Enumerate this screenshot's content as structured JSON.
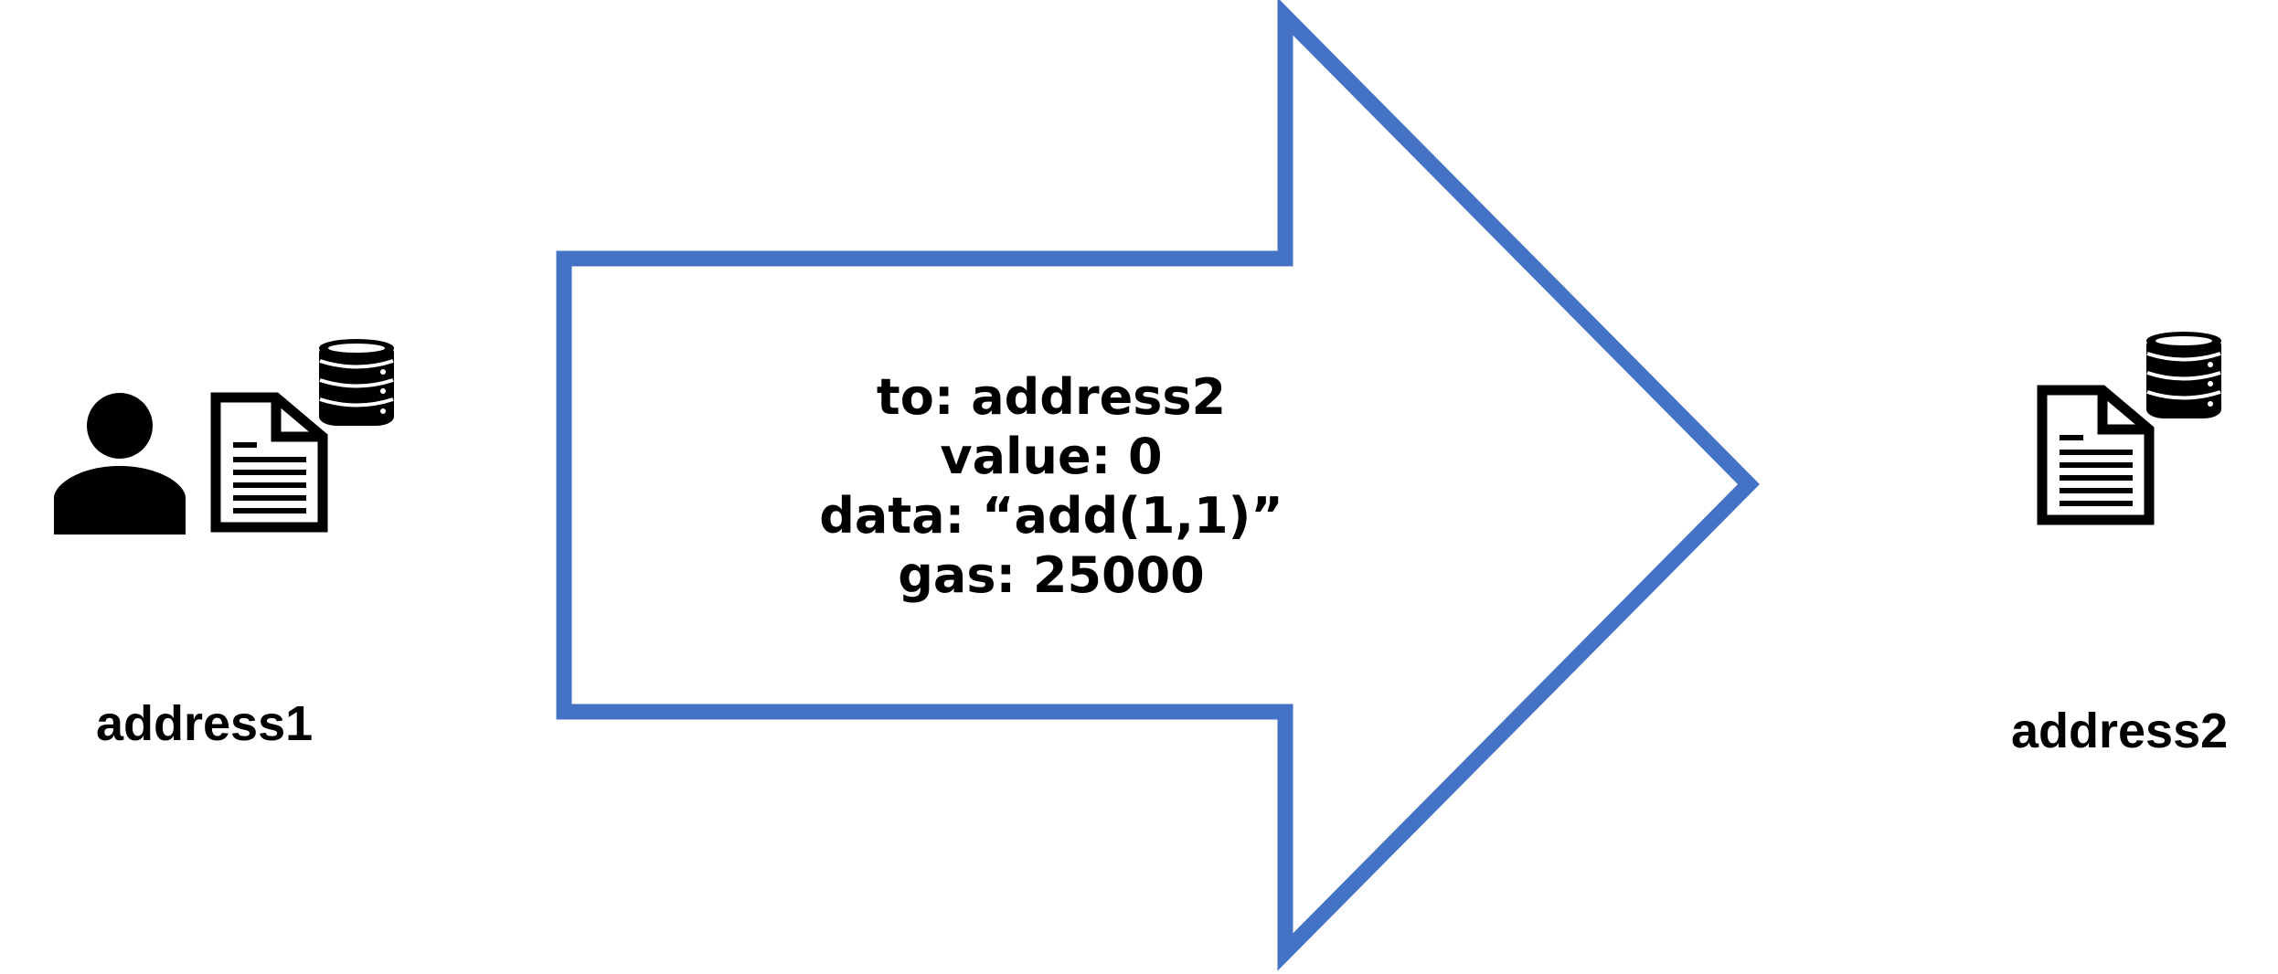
{
  "diagram": {
    "arrow_color": "#4472C4",
    "icon_color": "#000000",
    "sender": {
      "label": "address1",
      "icons": [
        "user-icon",
        "document-icon",
        "database-icon"
      ]
    },
    "receiver": {
      "label": "address2",
      "icons": [
        "document-icon",
        "database-icon"
      ]
    },
    "transaction": {
      "to": "to: address2",
      "value": "value: 0",
      "data": "data: “add(1,1)”",
      "gas": "gas: 25000"
    }
  }
}
